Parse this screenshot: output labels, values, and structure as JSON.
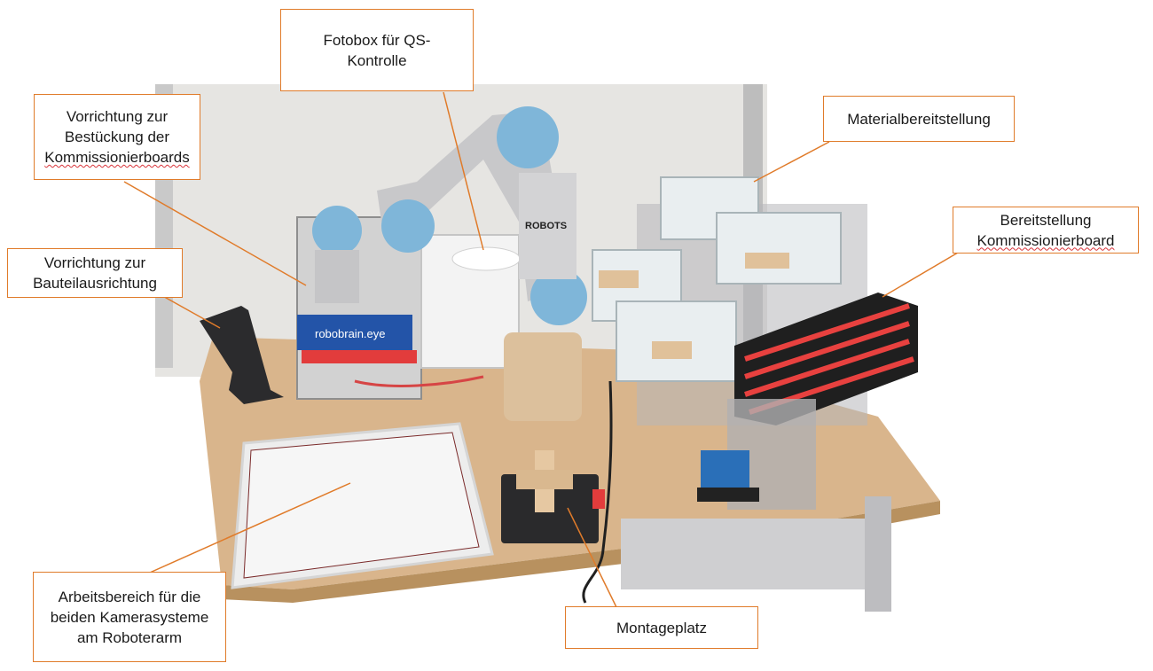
{
  "callouts": {
    "fotobox": [
      "Fotobox für QS-",
      "Kontrolle"
    ],
    "vorrichtung_bestueckung": [
      "Vorrichtung zur",
      "Bestückung der",
      "Kommissionierboards"
    ],
    "vorrichtung_bauteil": [
      "Vorrichtung zur",
      "Bauteilausrichtung"
    ],
    "material": [
      "Materialbereitstellung"
    ],
    "bereitstellung_board": [
      "Bereitstellung",
      "Kommissionierboard"
    ],
    "arbeitsbereich": [
      "Arbeitsbereich für die",
      "beiden Kamerasysteme",
      "am Roboterarm"
    ],
    "montageplatz": [
      "Montageplatz"
    ]
  },
  "photo": {
    "label_robobrain": "robobrain.eye",
    "label_robots": "ROBOTS"
  },
  "colors": {
    "callout_border": "#e07b2a",
    "leader_line": "#e07b2a",
    "table_top": "#d9b58c",
    "robot_joint_blue": "#7fb6d9",
    "foam_red": "#e8413f"
  }
}
